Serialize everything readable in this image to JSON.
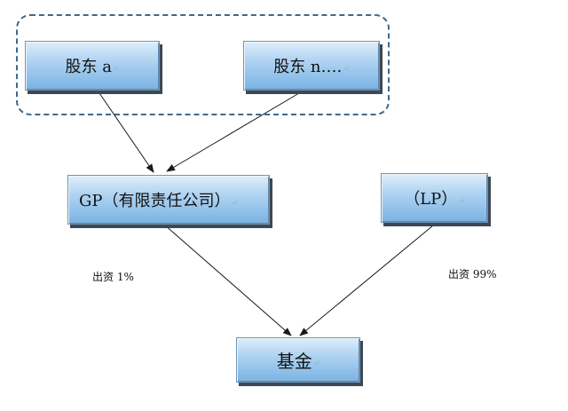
{
  "nodes": {
    "shareholder_a": "股东 a",
    "shareholder_n": "股东 n….",
    "gp": "GP（有限责任公司）",
    "lp": "（LP）",
    "fund": "基金"
  },
  "labels": {
    "gp_contribution": "出资 1%",
    "lp_contribution": "出资 99%"
  },
  "colors": {
    "box_fill": "#9cc8ee",
    "box_border": "#6f95b8",
    "group_border": "#3d6a8c",
    "arrow": "#1a1a1a"
  }
}
